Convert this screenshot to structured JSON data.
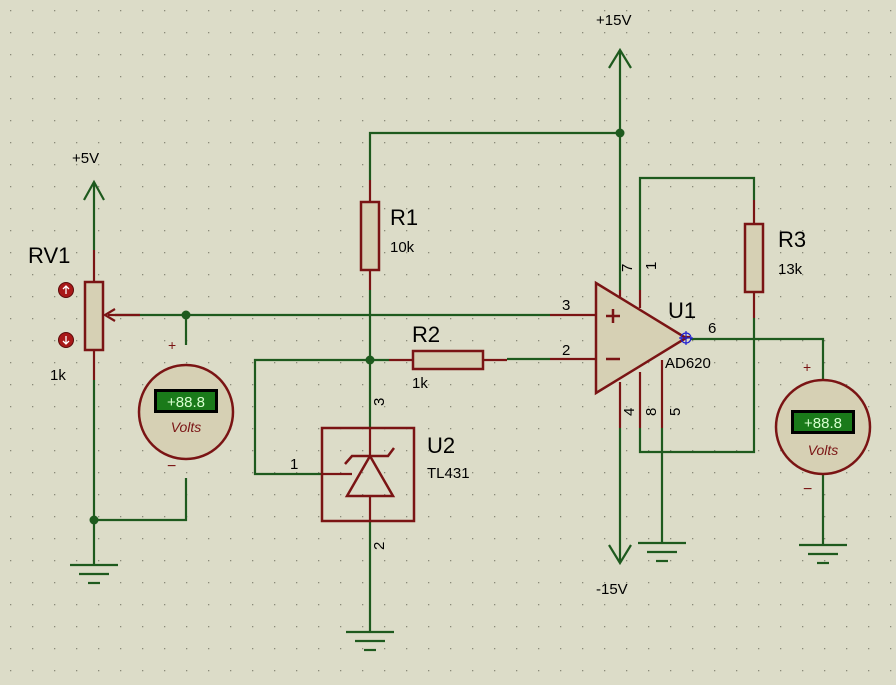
{
  "rails": {
    "plus15": "+15V",
    "minus15": "-15V",
    "plus5": "+5V"
  },
  "components": {
    "rv1": {
      "ref": "RV1",
      "value": "1k"
    },
    "r1": {
      "ref": "R1",
      "value": "10k"
    },
    "r2": {
      "ref": "R2",
      "value": "1k"
    },
    "r3": {
      "ref": "R3",
      "value": "13k"
    },
    "u1": {
      "ref": "U1",
      "value": "AD620",
      "pins": {
        "p3": "3",
        "p2": "2",
        "p6": "6",
        "p7": "7",
        "p1": "1",
        "p4": "4",
        "p8": "8",
        "p5": "5"
      }
    },
    "u2": {
      "ref": "U2",
      "value": "TL431",
      "pins": {
        "p1": "1",
        "p2": "2",
        "p3": "3"
      }
    }
  },
  "voltmeters": {
    "vm1": {
      "display": "+88.8",
      "unit": "Volts",
      "plus": "+",
      "minus": "−"
    },
    "vm2": {
      "display": "+88.8",
      "unit": "Volts",
      "plus": "+",
      "minus": "−"
    }
  },
  "colors": {
    "background": "#dcdcc8",
    "wire": "#1e5a1e",
    "component": "#7a1414",
    "body_fill": "#d6d0b4",
    "lcd": "#1a7a1a"
  }
}
